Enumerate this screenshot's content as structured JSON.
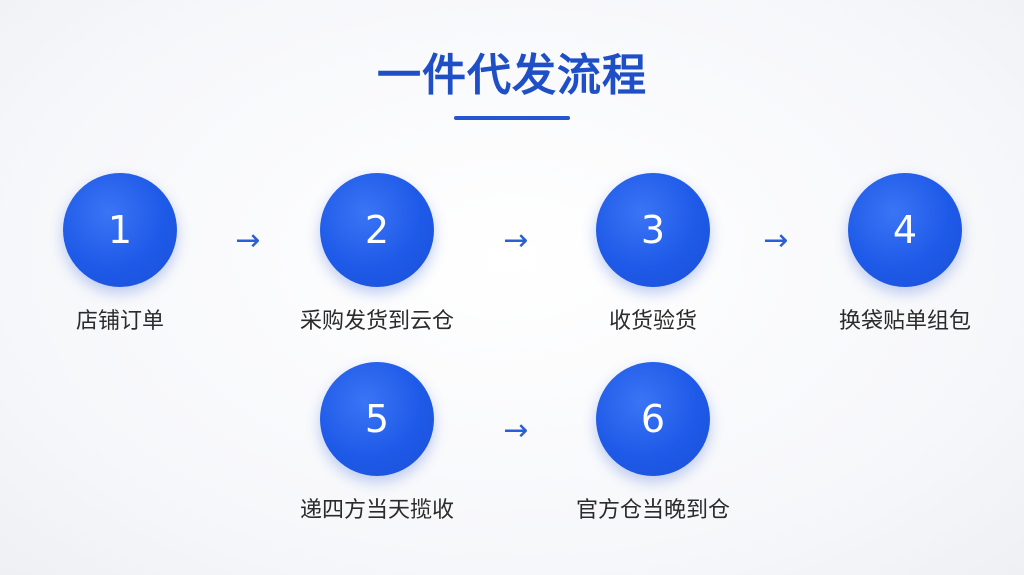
{
  "title": "一件代发流程",
  "steps": [
    {
      "number": "1",
      "label": "店铺订单"
    },
    {
      "number": "2",
      "label": "采购发货到云仓"
    },
    {
      "number": "3",
      "label": "收货验货"
    },
    {
      "number": "4",
      "label": "换袋贴单组包"
    },
    {
      "number": "5",
      "label": "递四方当天揽收"
    },
    {
      "number": "6",
      "label": "官方仓当晚到仓"
    }
  ],
  "arrow_glyph": "→",
  "colors": {
    "accent": "#1f4fc6",
    "circle": "#1e5ae8",
    "arrow": "#2a5fd8",
    "text": "#2b2b2b"
  }
}
